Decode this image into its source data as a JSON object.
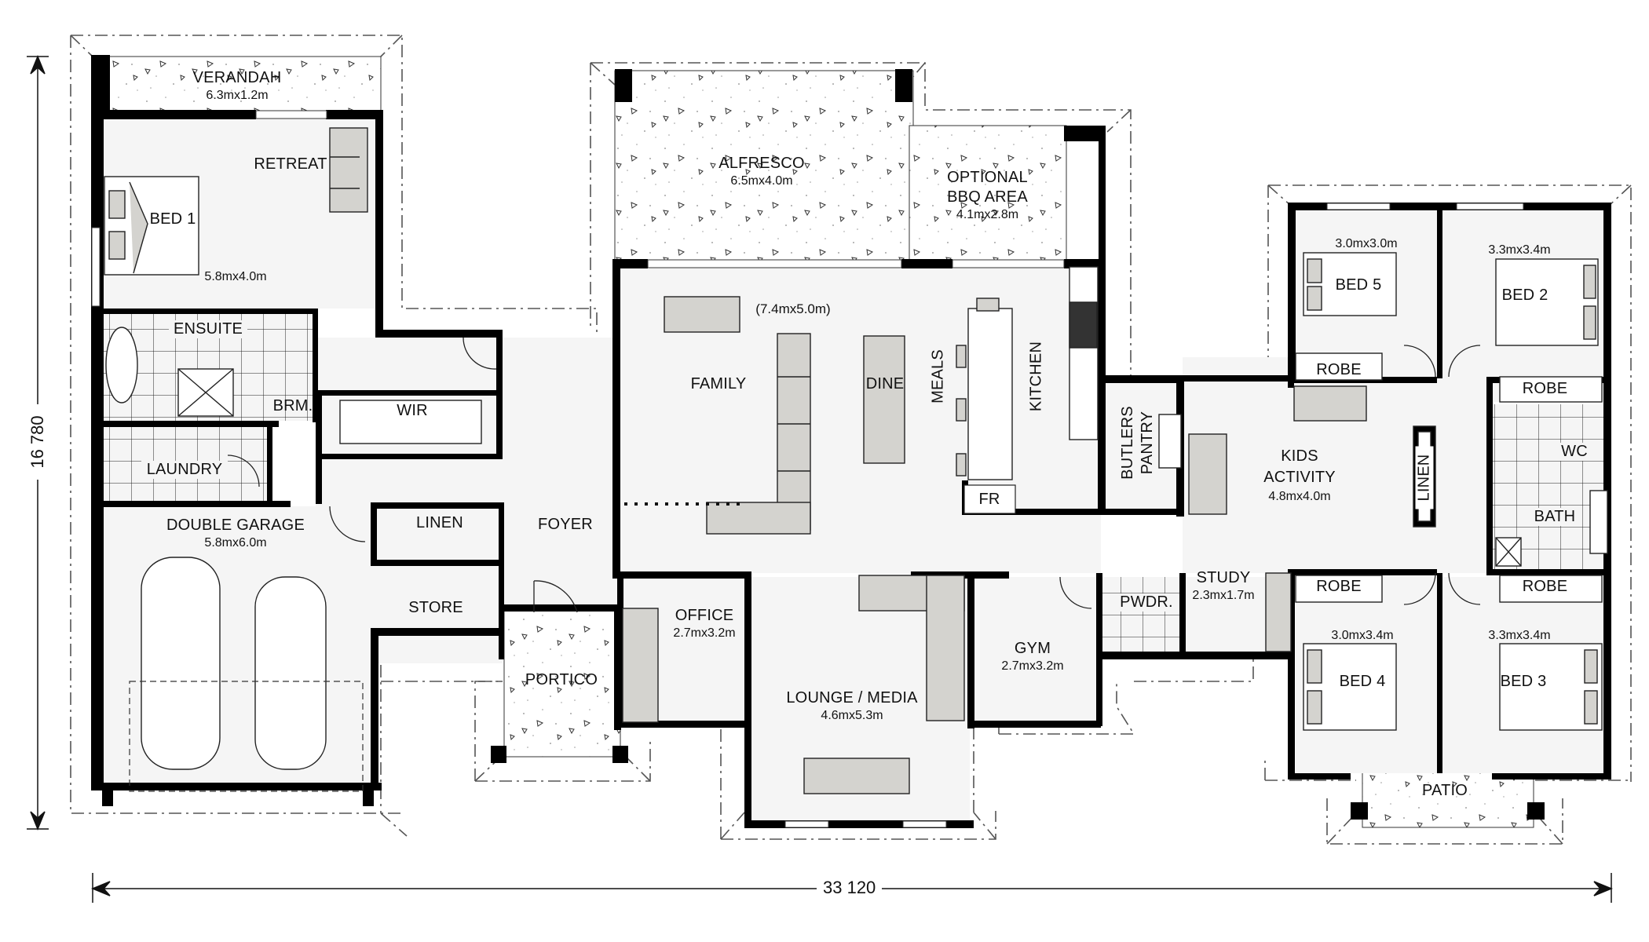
{
  "plan": {
    "overall_width": "33 120",
    "overall_depth": "16 780",
    "colors": {
      "wall": "#000000",
      "room_fill": "#f5f5f5",
      "furniture_fill": "#d4d3cf",
      "outdoor_fill": "#ffffff",
      "outline": "#444444"
    }
  },
  "rooms": {
    "verandah": {
      "name": "VERANDAH",
      "size": "6.3mx1.2m"
    },
    "retreat": {
      "name": "RETREAT"
    },
    "bed1": {
      "name": "BED 1",
      "size": "5.8mx4.0m"
    },
    "ensuite": {
      "name": "ENSUITE"
    },
    "wir": {
      "name": "WIR"
    },
    "brm": {
      "name": "BRM."
    },
    "laundry": {
      "name": "LAUNDRY"
    },
    "double_garage": {
      "name": "DOUBLE GARAGE",
      "size": "5.8mx6.0m"
    },
    "linen_left": {
      "name": "LINEN"
    },
    "store": {
      "name": "STORE"
    },
    "foyer": {
      "name": "FOYER"
    },
    "portico": {
      "name": "PORTICO"
    },
    "alfresco": {
      "name": "ALFRESCO",
      "size": "6.5mx4.0m"
    },
    "bbq": {
      "name_line1": "OPTIONAL",
      "name_line2": "BBQ AREA",
      "size": "4.1mx2.8m"
    },
    "family": {
      "name": "FAMILY",
      "size": "(7.4mx5.0m)"
    },
    "dine": {
      "name": "DINE"
    },
    "meals": {
      "name": "MEALS"
    },
    "kitchen": {
      "name": "KITCHEN"
    },
    "fridge": {
      "name": "FR"
    },
    "butlers_pantry": {
      "name_line1": "BUTLERS",
      "name_line2": "PANTRY"
    },
    "office": {
      "name": "OFFICE",
      "size": "2.7mx3.2m"
    },
    "lounge_media": {
      "name": "LOUNGE / MEDIA",
      "size": "4.6mx5.3m"
    },
    "gym": {
      "name": "GYM",
      "size": "2.7mx3.2m"
    },
    "pwdr": {
      "name": "PWDR."
    },
    "study": {
      "name": "STUDY",
      "size": "2.3mx1.7m"
    },
    "kids_activity": {
      "name_line1": "KIDS",
      "name_line2": "ACTIVITY",
      "size": "4.8mx4.0m"
    },
    "linen_right": {
      "name": "LINEN"
    },
    "bed5": {
      "name": "BED 5",
      "size": "3.0mx3.0m"
    },
    "bed2": {
      "name": "BED 2",
      "size": "3.3mx3.4m"
    },
    "robe_bed5": {
      "name": "ROBE"
    },
    "robe_bed2": {
      "name": "ROBE"
    },
    "wc": {
      "name": "WC"
    },
    "bath": {
      "name": "BATH"
    },
    "robe_bed4": {
      "name": "ROBE"
    },
    "robe_bed3": {
      "name": "ROBE"
    },
    "bed4": {
      "name": "BED 4",
      "size": "3.0mx3.4m"
    },
    "bed3": {
      "name": "BED 3",
      "size": "3.3mx3.4m"
    },
    "patio": {
      "name": "PATIO"
    }
  }
}
